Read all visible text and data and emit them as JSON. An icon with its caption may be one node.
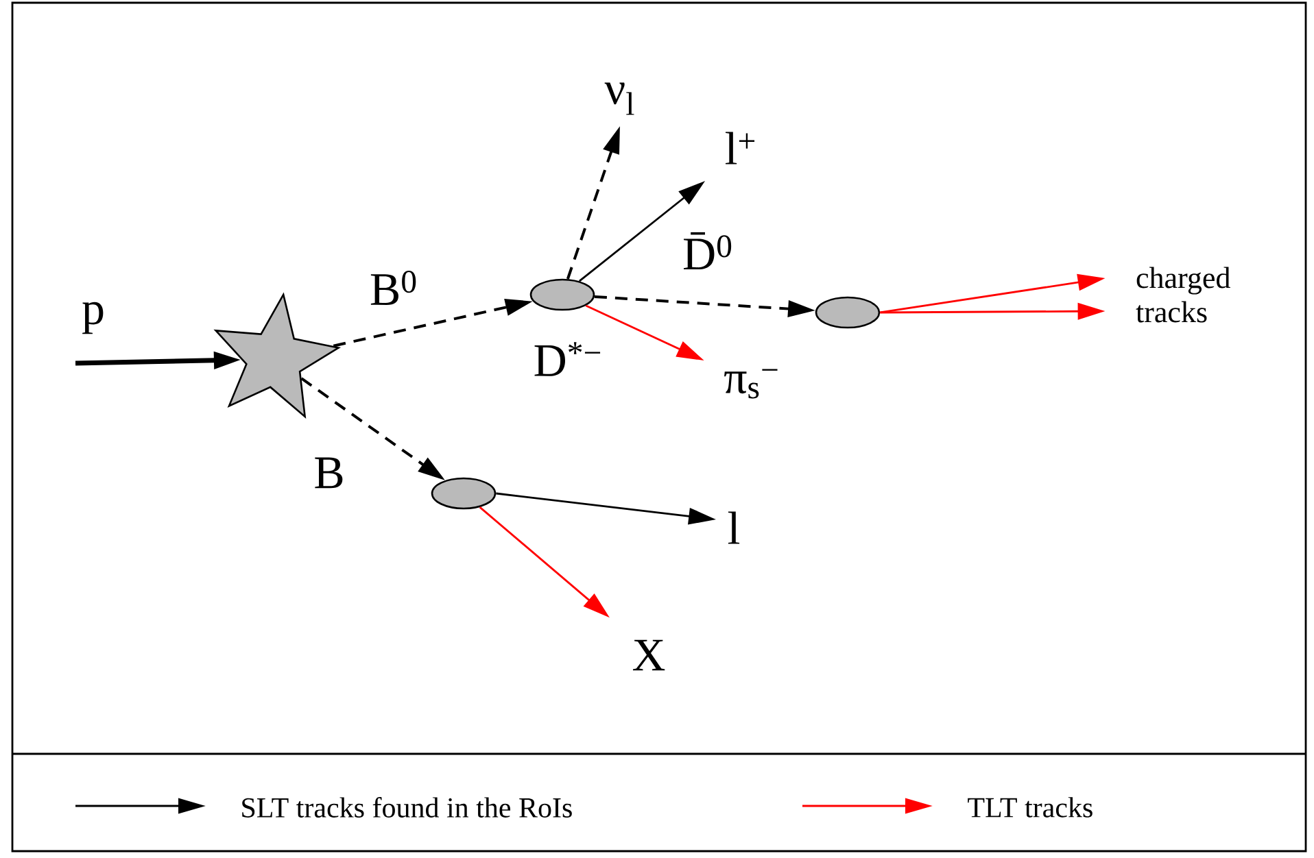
{
  "diagram": {
    "nodes": [
      {
        "text": [],
        "shape": "star"
      },
      {
        "text": [],
        "shape": "ellipse",
        "beside": [
          "D$^{*−}$"
        ]
      },
      {
        "text": [],
        "shape": "ellipse"
      },
      {
        "text": [],
        "shape": "ellipse"
      },
      {
        "text": [
          "ν$_{l}$"
        ]
      },
      {
        "text": [
          "l$^{+}$"
        ]
      },
      {
        "text": [
          "π$_{s}$$^{−}$"
        ]
      },
      {
        "text": [
          "charged tracks"
        ]
      },
      {
        "text": [
          "l"
        ]
      },
      {
        "text": [
          "X"
        ]
      }
    ],
    "edges": [
      {
        "from": null,
        "to": 0,
        "arrow": "to",
        "label": "p",
        "style": "thick"
      },
      {
        "from": 0,
        "to": 1,
        "arrow": "to",
        "label": "B$^{0}$",
        "style": "dashed"
      },
      {
        "from": 0,
        "to": 3,
        "arrow": "to",
        "label": "B",
        "style": "dashed"
      },
      {
        "from": 1,
        "to": 4,
        "arrow": "to",
        "style": "dashed"
      },
      {
        "from": 1,
        "to": 5,
        "arrow": "to"
      },
      {
        "from": 1,
        "to": 2,
        "arrow": "to",
        "label": "D̄$^{0}$",
        "style": "dashed"
      },
      {
        "from": 1,
        "to": 6,
        "arrow": "to",
        "color": "#ff0000"
      },
      {
        "from": 2,
        "to": 7,
        "arrow": "to",
        "color": "#ff0000"
      },
      {
        "from": 2,
        "to": 7,
        "arrow": "to",
        "color": "#ff0000"
      },
      {
        "from": 3,
        "to": 8,
        "arrow": "to"
      },
      {
        "from": 3,
        "to": 9,
        "arrow": "to",
        "color": "#ff0000"
      }
    ],
    "legend": [
      {
        "text": "SLT tracks found in the RoIs"
      },
      {
        "text": "TLT tracks"
      }
    ]
  }
}
